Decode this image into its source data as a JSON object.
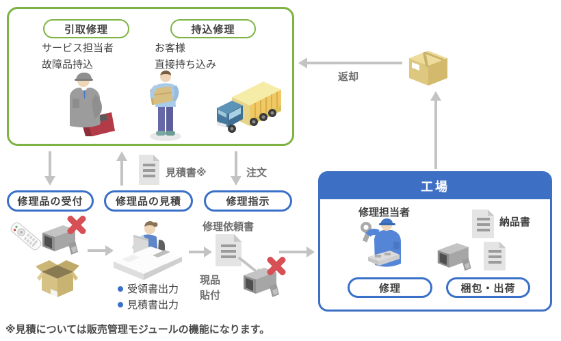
{
  "colors": {
    "intake_border_green": "#7CB342",
    "accent_blue": "#3A70C8",
    "factory_header_blue": "#3D6FC4",
    "arrow_gray": "#C3C3C3",
    "error_red": "#D75056",
    "text_dark": "#3F3F3F",
    "text_gray": "#6E6E6E"
  },
  "intake": {
    "pickup": {
      "label": "引取修理",
      "desc_line1": "サービス担当者",
      "desc_line2": "故障品持込"
    },
    "carryin": {
      "label": "持込修理",
      "desc_line1": "お客様",
      "desc_line2": "直接持ち込み"
    }
  },
  "process": {
    "reception_label": "修理品の受付",
    "estimate_label": "修理品の見積",
    "instruction_label": "修理指示",
    "estimate_doc_label": "見積書※",
    "order_label": "注文",
    "request_doc_label": "修理依頼書",
    "attach_line1": "現品",
    "attach_line2": "貼付",
    "output_items": [
      "受領書出力",
      "見積書出力"
    ],
    "return_label": "返却"
  },
  "factory": {
    "title": "工場",
    "staff_label": "修理担当者",
    "delivery_doc_label": "納品書",
    "repair_button": "修理",
    "ship_button": "梱包・出荷"
  },
  "footnote": "※見積については販売管理モジュールの機能になります。",
  "icons": [
    "estimate-document-icon",
    "request-document-icon",
    "delivery-document-icon",
    "shipping-document-icon",
    "broken-camera-icon",
    "repaired-camera-icon",
    "remote-control-icon",
    "open-box-icon",
    "package-box-icon",
    "truck-icon",
    "arrow-icon",
    "red-x-icon"
  ]
}
